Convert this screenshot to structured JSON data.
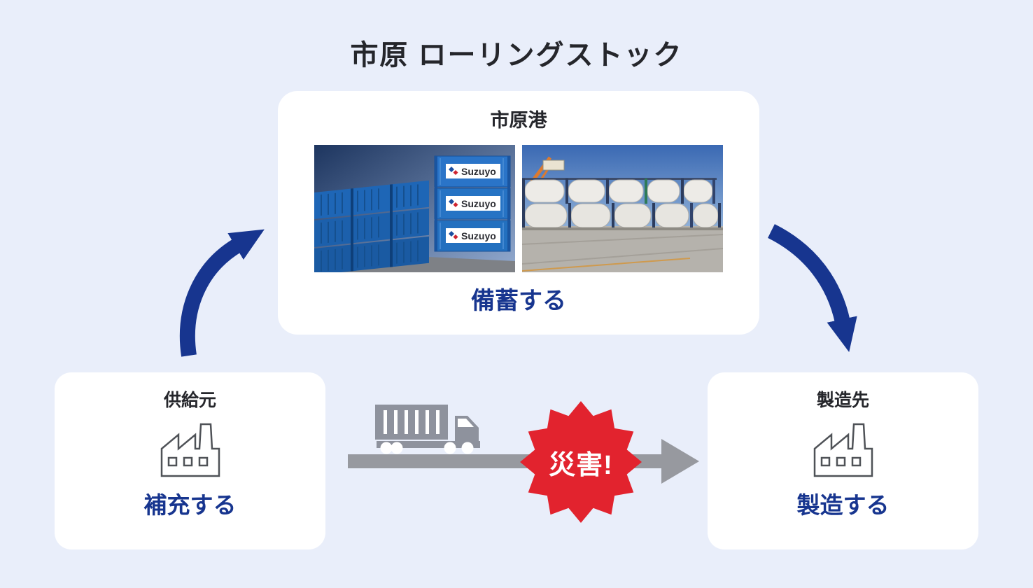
{
  "title": "市原 ローリングストック",
  "hub": {
    "label": "市原港",
    "action": "備蓄する",
    "photos": {
      "containers": {
        "name": "blue-shipping-containers",
        "brand": "Suzuyo"
      },
      "tanks": {
        "name": "white-tank-containers"
      }
    }
  },
  "supplier": {
    "label": "供給元",
    "action": "補充する"
  },
  "manufacturer": {
    "label": "製造先",
    "action": "製造する"
  },
  "disaster": {
    "label": "災害!"
  },
  "colors": {
    "background": "#e9eefa",
    "accent_blue": "#17358f",
    "alert_red": "#e2232e",
    "flow_gray": "#97999f",
    "truck_gray": "#8e929d",
    "text_dark": "#25262b",
    "card_white": "#ffffff"
  }
}
